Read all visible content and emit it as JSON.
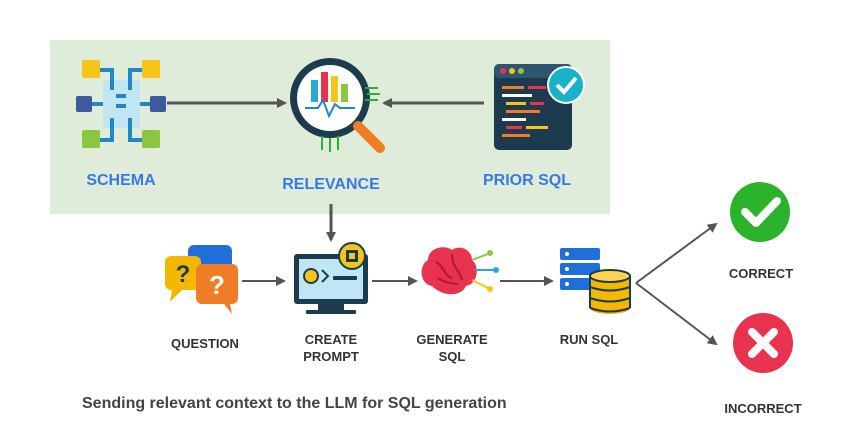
{
  "context_group": {
    "schema_label": "SCHEMA",
    "relevance_label": "RELEVANCE",
    "prior_sql_label": "PRIOR SQL"
  },
  "pipeline": {
    "question_label": "QUESTION",
    "create_prompt_label": "CREATE\nPROMPT",
    "generate_sql_label": "GENERATE\nSQL",
    "run_sql_label": "RUN SQL"
  },
  "outcomes": {
    "correct_label": "CORRECT",
    "incorrect_label": "INCORRECT"
  },
  "caption": "Sending relevant context to the LLM for SQL generation",
  "colors": {
    "panel_bg": "#deecd9",
    "label_blue": "#3b78e7",
    "arrow": "#555555",
    "correct_green": "#2bb42b",
    "incorrect_red": "#e8324e"
  },
  "icons": [
    "schema-icon",
    "relevance-magnifier-icon",
    "prior-sql-code-icon",
    "question-bubbles-icon",
    "create-prompt-monitor-icon",
    "brain-icon",
    "run-sql-database-icon",
    "check-icon",
    "cross-icon"
  ]
}
